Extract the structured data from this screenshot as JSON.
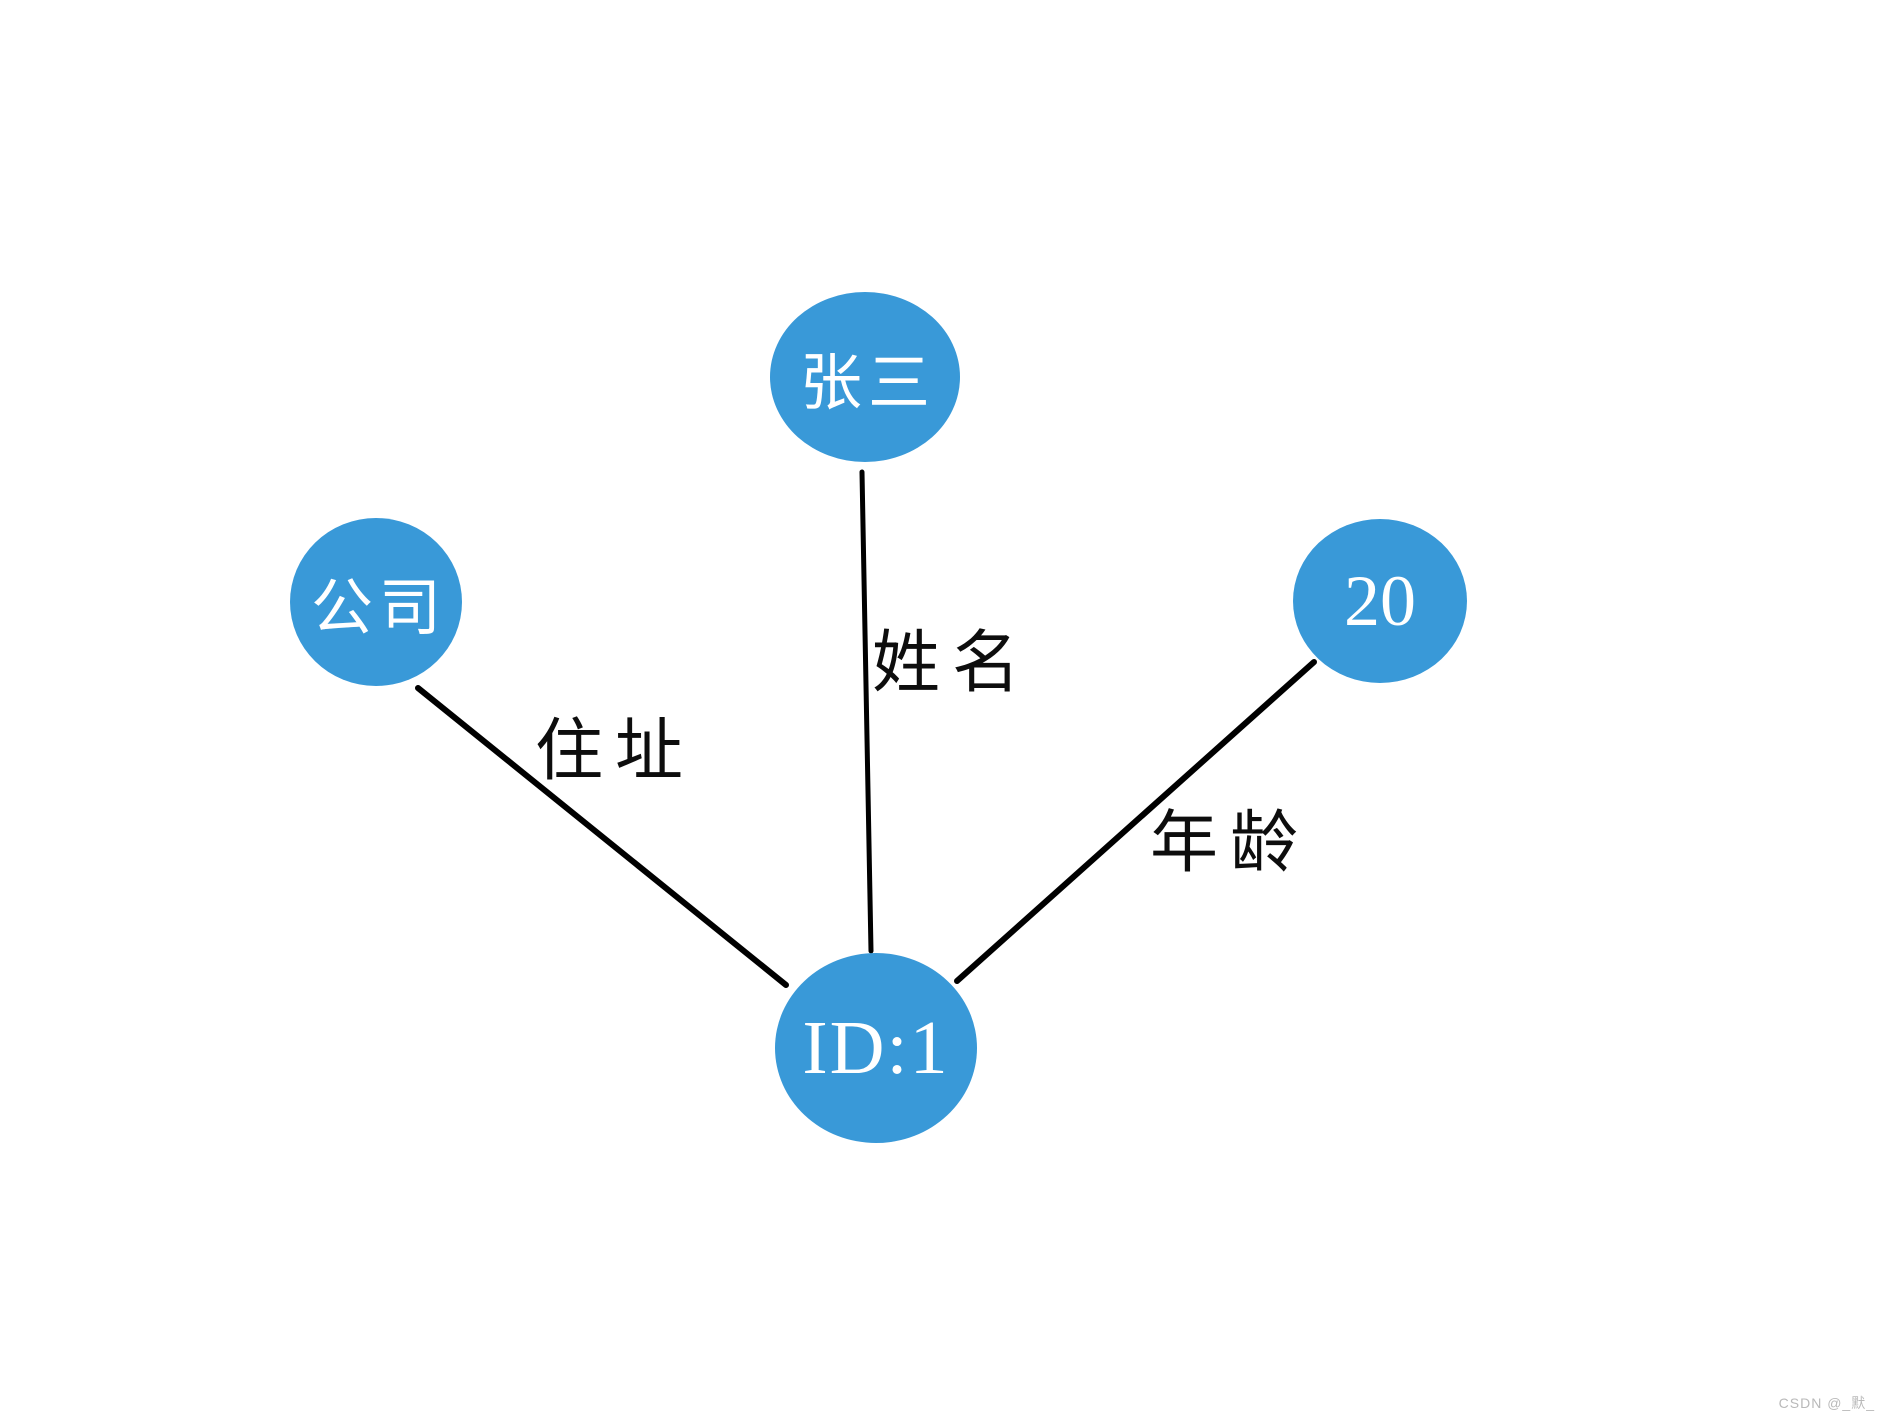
{
  "diagram": {
    "type": "graph",
    "node_fill_color": "#3999d8",
    "node_text_color": "#ffffff",
    "edge_line_color": "#000000",
    "edge_label_color": "#0d0d0d",
    "nodes": [
      {
        "label": "张三"
      },
      {
        "label": "公司"
      },
      {
        "label": "20"
      },
      {
        "label": "ID:1"
      }
    ],
    "edges": [
      {
        "label": "姓名",
        "from": "ID:1",
        "to": "张三"
      },
      {
        "label": "住址",
        "from": "ID:1",
        "to": "公司"
      },
      {
        "label": "年龄",
        "from": "ID:1",
        "to": "20"
      }
    ]
  },
  "watermark": {
    "text": "CSDN @_默_",
    "color": "#b9b9b9"
  }
}
